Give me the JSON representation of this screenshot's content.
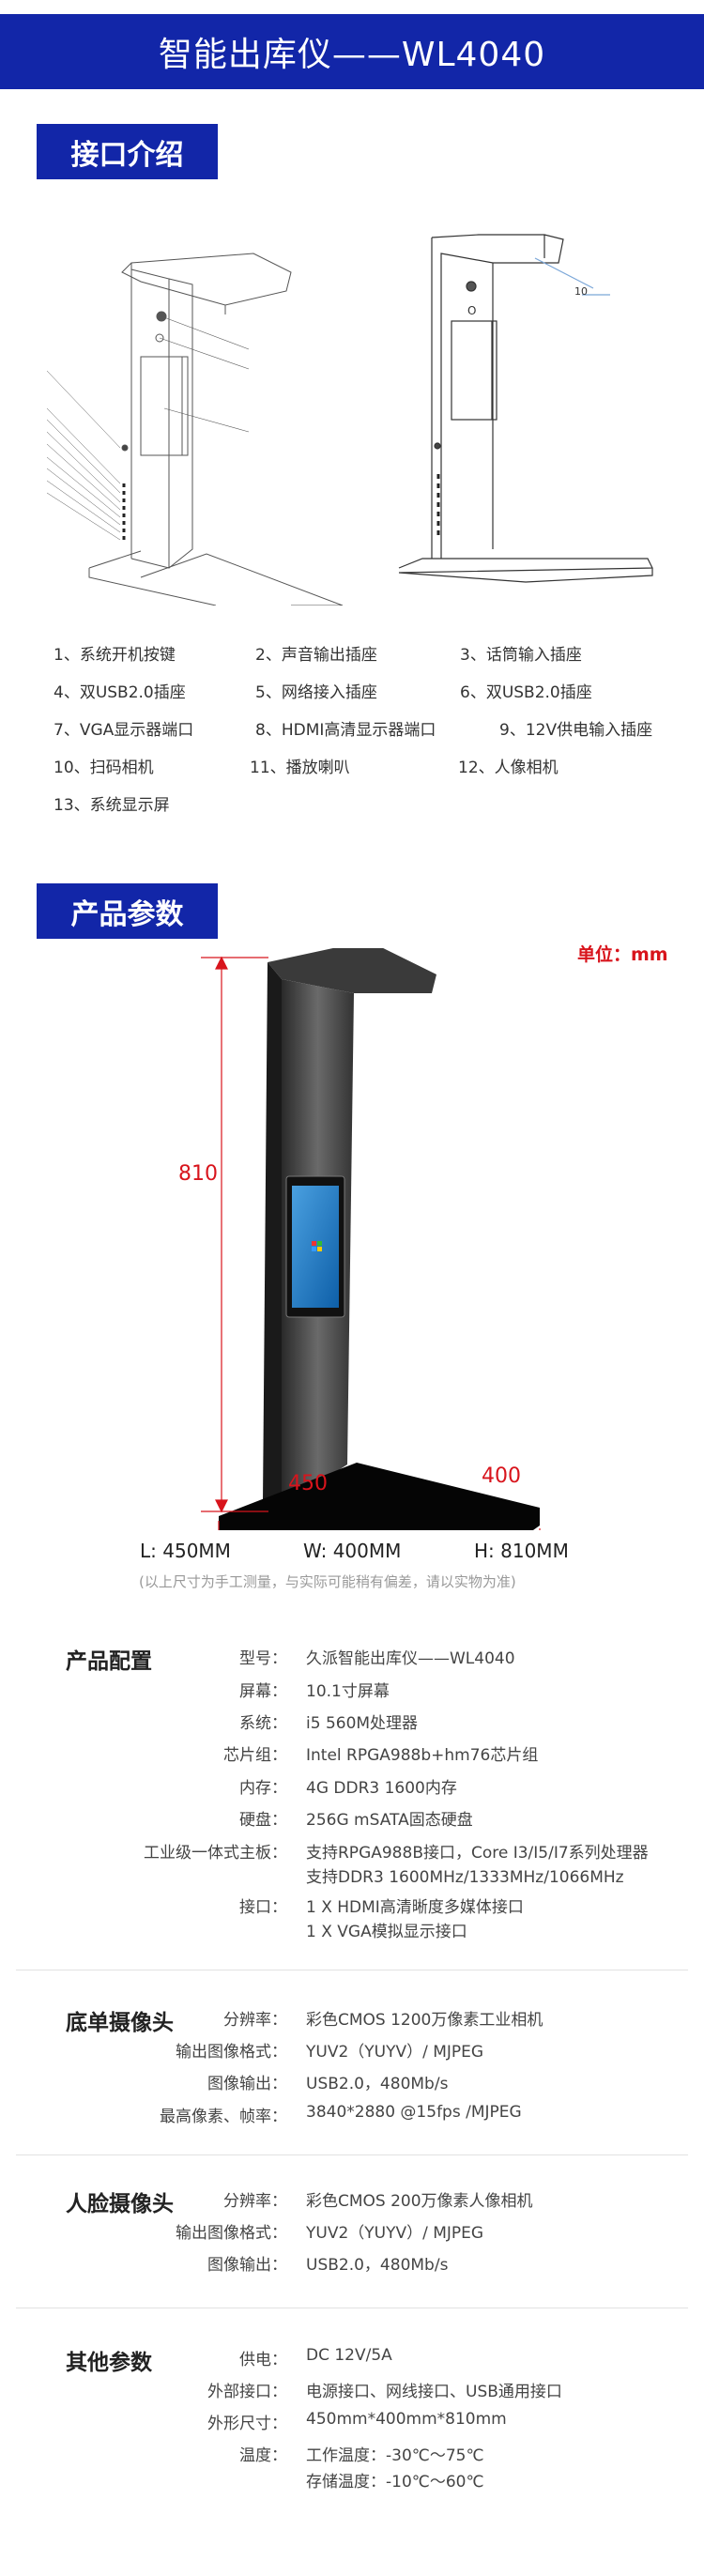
{
  "header": {
    "title": "智能出库仪——WL4040"
  },
  "interface": {
    "title": "接口介绍",
    "callout": "10",
    "items": [
      "1、系统开机按键",
      "2、声音输出插座",
      "3、话筒输入插座",
      "4、双USB2.0插座",
      "5、网络接入插座",
      "6、双USB2.0插座",
      "7、VGA显示器端口",
      "8、HDMI高清显示器端口",
      "9、12V供电输入插座",
      "10、扫码相机",
      "11、播放喇叭",
      "12、人像相机",
      "13、系统显示屏"
    ]
  },
  "params": {
    "title": "产品参数",
    "unit": "单位：mm",
    "height_label": "810",
    "length_label": "450",
    "width_label": "400",
    "dims": [
      "L: 450MM",
      "W: 400MM",
      "H: 810MM"
    ],
    "note": "(以上尺寸为手工测量，与实际可能稍有偏差，请以实物为准)"
  },
  "groups": [
    {
      "title": "产品配置",
      "rows": [
        {
          "label": "型号：",
          "values": [
            "久派智能出库仪——WL4040"
          ]
        },
        {
          "label": "屏幕：",
          "values": [
            "10.1寸屏幕"
          ]
        },
        {
          "label": "系统：",
          "values": [
            "i5 560M处理器"
          ]
        },
        {
          "label": "芯片组：",
          "values": [
            "Intel RPGA988b+hm76芯片组"
          ]
        },
        {
          "label": "内存：",
          "values": [
            "4G DDR3 1600内存"
          ]
        },
        {
          "label": "硬盘：",
          "values": [
            "256G mSATA固态硬盘"
          ]
        },
        {
          "label": "工业级一体式主板：",
          "values": [
            "支持RPGA988B接口，Core I3/I5/I7系列处理器",
            "支持DDR3 1600MHz/1333MHz/1066MHz"
          ]
        },
        {
          "label": "接口：",
          "values": [
            "1 X HDMI高清晰度多媒体接口",
            "1 X VGA模拟显示接口"
          ]
        }
      ]
    },
    {
      "title": "底单摄像头",
      "rows": [
        {
          "label": "分辨率：",
          "values": [
            "彩色CMOS 1200万像素工业相机"
          ]
        },
        {
          "label": "输出图像格式：",
          "values": [
            "YUV2（YUYV）/ MJPEG"
          ]
        },
        {
          "label": "图像输出：",
          "values": [
            "USB2.0，480Mb/s"
          ]
        },
        {
          "label": "最高像素、帧率：",
          "values": [
            "3840*2880 @15fps /MJPEG"
          ]
        }
      ]
    },
    {
      "title": "人脸摄像头",
      "rows": [
        {
          "label": "分辨率：",
          "values": [
            "彩色CMOS 200万像素人像相机"
          ]
        },
        {
          "label": "输出图像格式：",
          "values": [
            "YUV2（YUYV）/ MJPEG"
          ]
        },
        {
          "label": "图像输出：",
          "values": [
            "USB2.0，480Mb/s"
          ]
        }
      ]
    },
    {
      "title": "其他参数",
      "rows": [
        {
          "label": "供电：",
          "values": [
            "DC 12V/5A"
          ]
        },
        {
          "label": "外部接口：",
          "values": [
            "电源接口、网线接口、USB通用接口"
          ]
        },
        {
          "label": "外形尺寸：",
          "values": [
            "450mm*400mm*810mm"
          ]
        },
        {
          "label": "温度：",
          "values": [
            "工作温度：-30℃～75℃",
            "存储温度：-10℃～60℃"
          ]
        }
      ]
    }
  ],
  "colors": {
    "brand": "#1226a8",
    "accent": "#d8141c"
  }
}
